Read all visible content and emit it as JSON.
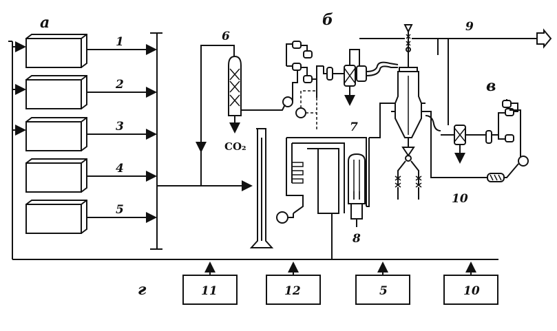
{
  "sections": {
    "a": "а",
    "b": "б",
    "v": "в",
    "g": "г"
  },
  "line_labels": {
    "l1": "1",
    "l2": "2",
    "l3": "3",
    "l4": "4",
    "l5": "5",
    "l6": "6",
    "l7": "7",
    "l8": "8",
    "l9": "9",
    "l10": "10"
  },
  "co2": "CO₂",
  "bottom_boxes": [
    "11",
    "12",
    "5",
    "10"
  ],
  "colors": {
    "ink": "#111111",
    "background": "#ffffff"
  }
}
